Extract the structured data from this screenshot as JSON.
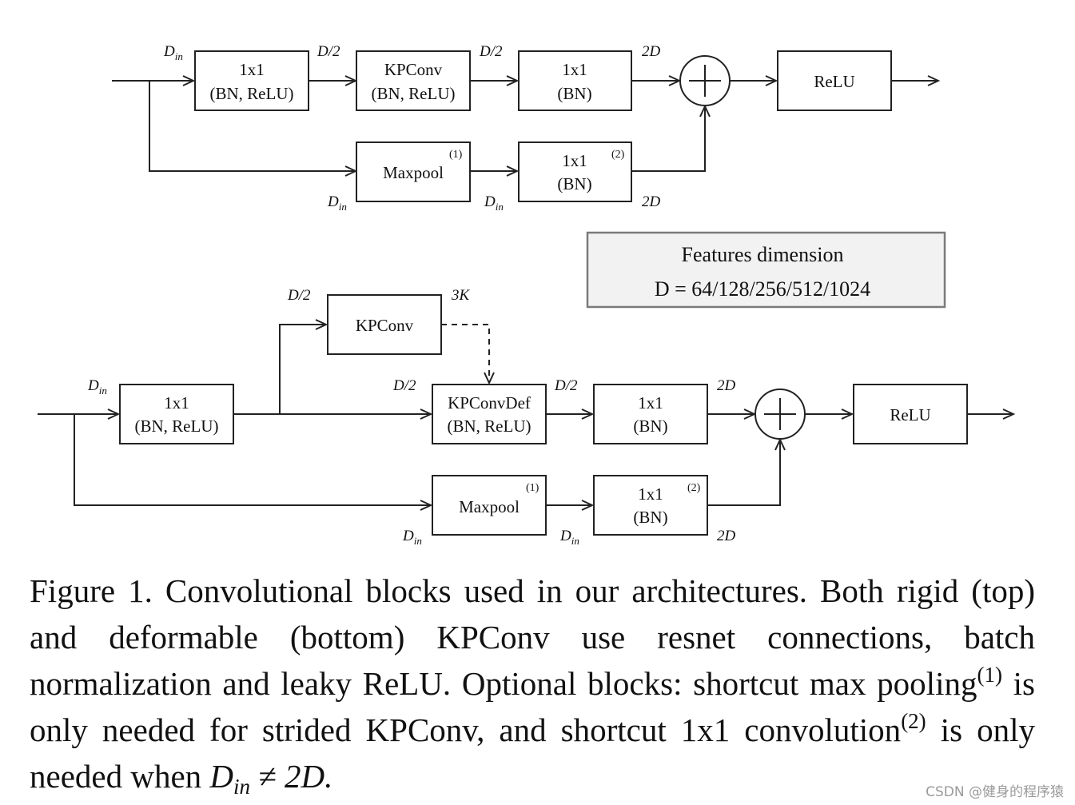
{
  "features": {
    "title": "Features dimension",
    "value": "D = 64/128/256/512/1024"
  },
  "labels": {
    "d_in": "D",
    "d_in_sub": "in",
    "d_half": "D/2",
    "two_d": "2D",
    "three_k": "3K"
  },
  "blocks": {
    "conv1x1": "1x1",
    "bn_relu": "(BN, ReLU)",
    "bn": "(BN)",
    "kpconv": "KPConv",
    "kpconvdef": "KPConvDef",
    "maxpool": "Maxpool",
    "relu": "ReLU",
    "opt1": "(1)",
    "opt2": "(2)"
  },
  "caption": {
    "text1": "Figure 1. Convolutional blocks used in our architectures.  Both rigid (top) and deformable (bottom) KPConv use resnet connections, batch normalization and leaky ReLU. Optional blocks: shortcut max pooling",
    "sup1": "(1)",
    "text2": " is only needed for strided KPConv, and shortcut 1x1 convolution",
    "sup2": "(2)",
    "text3": " is only needed when ",
    "math_d": "D",
    "math_sub": "in",
    "math_rest": " ≠ 2D."
  },
  "watermark": "CSDN @健身的程序猿"
}
